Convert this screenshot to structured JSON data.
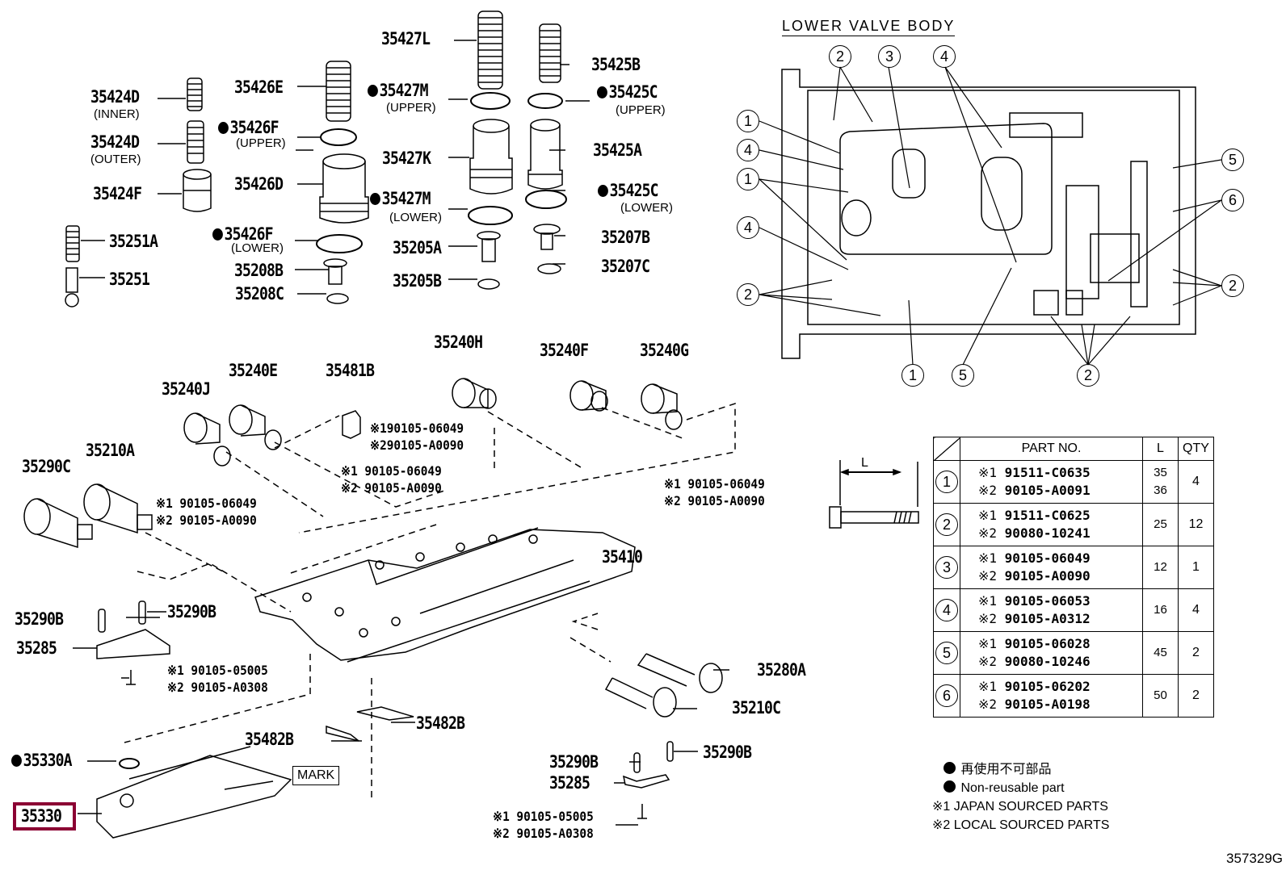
{
  "diagram": {
    "document_id": "357329G",
    "highlighted_part": "35330",
    "mark_label": "MARK",
    "parts": {
      "p35427L": "35427L",
      "p35425B": "35425B",
      "p35424D_inner": "35424D",
      "p35424D_inner_sub": "(INNER)",
      "p35426E": "35426E",
      "p35427M_upper": "35427M",
      "p35427M_upper_sub": "(UPPER)",
      "p35425C_upper": "35425C",
      "p35425C_upper_sub": "(UPPER)",
      "p35424D_outer": "35424D",
      "p35424D_outer_sub": "(OUTER)",
      "p35426F_upper": "35426F",
      "p35426F_upper_sub": "(UPPER)",
      "p35427K": "35427K",
      "p35425A": "35425A",
      "p35424F": "35424F",
      "p35426D": "35426D",
      "p35427M_lower": "35427M",
      "p35427M_lower_sub": "(LOWER)",
      "p35425C_lower": "35425C",
      "p35425C_lower_sub": "(LOWER)",
      "p35251A": "35251A",
      "p35426F_lower": "35426F",
      "p35426F_lower_sub": "(LOWER)",
      "p35205A": "35205A",
      "p35207B": "35207B",
      "p35208B": "35208B",
      "p35207C": "35207C",
      "p35251": "35251",
      "p35208C": "35208C",
      "p35205B": "35205B",
      "p35240H": "35240H",
      "p35240F": "35240F",
      "p35240G": "35240G",
      "p35240J": "35240J",
      "p35240E": "35240E",
      "p35481B": "35481B",
      "p35290C": "35290C",
      "p35210A": "35210A",
      "p35410": "35410",
      "p35290B_a": "35290B",
      "p35290B_b": "35290B",
      "p35285_a": "35285",
      "p35280A": "35280A",
      "p35210C": "35210C",
      "p35482B": "35482B",
      "p35330A": "35330A",
      "p35330": "35330",
      "p35290B_c": "35290B",
      "p35290B_d": "35290B",
      "p35285_b": "35285"
    },
    "bolt_callouts": [
      {
        "id": "bolt-35481b",
        "lines": [
          "※190105-06049",
          "※290105-A0090"
        ]
      },
      {
        "id": "bolt-35240j",
        "lines": [
          "※1 90105-06049",
          "※2 90105-A0090"
        ]
      },
      {
        "id": "bolt-center",
        "lines": [
          "※1  90105-06049",
          "※2 90105-A0090"
        ]
      },
      {
        "id": "bolt-right",
        "lines": [
          "※1 90105-06049",
          "※2 90105-A0090"
        ]
      },
      {
        "id": "bolt-35285-left",
        "lines": [
          "※1  90105-05005",
          "※2  90105-A0308"
        ]
      },
      {
        "id": "bolt-35285-right",
        "lines": [
          "※1  90105-05005",
          "※2  90105-A0308"
        ]
      }
    ],
    "non_reusable_parts": [
      "35427M (UPPER)",
      "35427M (LOWER)",
      "35425C (UPPER)",
      "35425C (LOWER)",
      "35426F (UPPER)",
      "35426F (LOWER)",
      "35330A"
    ]
  },
  "lower_valve_body": {
    "title": "LOWER VALVE BODY",
    "callouts_top": [
      "2",
      "3",
      "4"
    ],
    "callouts_left": [
      "1",
      "4",
      "1",
      "4",
      "2"
    ],
    "callouts_right": [
      "5",
      "6",
      "2"
    ],
    "callouts_bottom": [
      "1",
      "5",
      "2"
    ]
  },
  "bolt_length_diagram": {
    "label": "L"
  },
  "bolt_table": {
    "headers": [
      "",
      "PART NO.",
      "L",
      "QTY"
    ],
    "rows": [
      {
        "ref": "1",
        "japan": "91511-C0635",
        "local": "90105-A0091",
        "l": [
          "35",
          "36"
        ],
        "qty": "4"
      },
      {
        "ref": "2",
        "japan": "91511-C0625",
        "local": "90080-10241",
        "l": [
          "25"
        ],
        "qty": "12"
      },
      {
        "ref": "3",
        "japan": "90105-06049",
        "local": "90105-A0090",
        "l": [
          "12"
        ],
        "qty": "1"
      },
      {
        "ref": "4",
        "japan": "90105-06053",
        "local": "90105-A0312",
        "l": [
          "16"
        ],
        "qty": "4"
      },
      {
        "ref": "5",
        "japan": "90105-06028",
        "local": "90080-10246",
        "l": [
          "45"
        ],
        "qty": "2"
      },
      {
        "ref": "6",
        "japan": "90105-06202",
        "local": "90105-A0198",
        "l": [
          "50"
        ],
        "qty": "2"
      }
    ],
    "japan_prefix": "※1 ",
    "local_prefix": "※2 "
  },
  "legend": {
    "non_reusable_jp": "再使用不可部品",
    "non_reusable_en": "Non-reusable part",
    "note1": "※1 JAPAN SOURCED PARTS",
    "note2": "※2 LOCAL SOURCED PARTS"
  }
}
